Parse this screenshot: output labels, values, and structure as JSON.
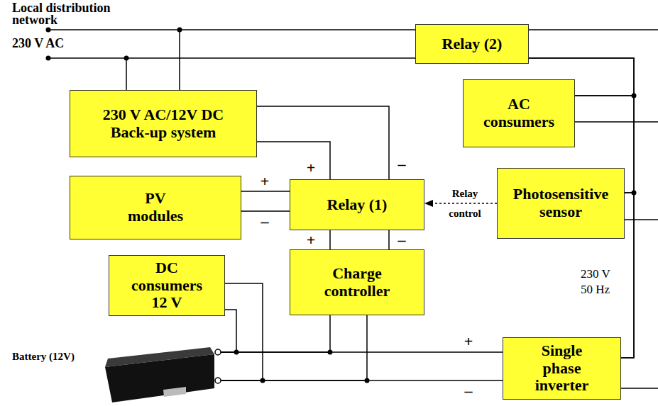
{
  "diagram": {
    "nodes": [
      {
        "text": [
          "Relay (2)"
        ]
      },
      {
        "text": [
          "230 V AC/12V DC Back-up system"
        ]
      },
      {
        "text": [
          "AC consumers"
        ]
      },
      {
        "text": [
          "PV modules"
        ]
      },
      {
        "text": [
          "Relay (1)"
        ]
      },
      {
        "text": [
          "Photosensitive sensor"
        ]
      },
      {
        "text": [
          "DC consumers 12 V"
        ]
      },
      {
        "text": [
          "Charge controller"
        ]
      },
      {
        "text": [
          "Battery (12V)"
        ]
      },
      {
        "text": [
          "Single phase inverter"
        ]
      }
    ],
    "edges": [
      {
        "from": 1,
        "to": 4,
        "label": "+",
        "arrow": "none"
      },
      {
        "from": 1,
        "to": 4,
        "label": "–",
        "arrow": "none"
      },
      {
        "from": 3,
        "to": 4,
        "label": "+",
        "arrow": "none"
      },
      {
        "from": 3,
        "to": 4,
        "label": "–",
        "arrow": "none"
      },
      {
        "from": 5,
        "to": 4,
        "label": "Relay control",
        "arrow": "to"
      },
      {
        "from": 4,
        "to": 7,
        "label": "+",
        "arrow": "none"
      },
      {
        "from": 4,
        "to": 7,
        "label": "–",
        "arrow": "none"
      },
      {
        "from": 7,
        "to": 8,
        "arrow": "none"
      },
      {
        "from": 7,
        "to": 8,
        "arrow": "none"
      },
      {
        "from": 6,
        "to": 8,
        "arrow": "none"
      },
      {
        "from": 6,
        "to": 8,
        "arrow": "none"
      },
      {
        "from": 8,
        "to": 9,
        "label": "+",
        "arrow": "none"
      },
      {
        "from": 8,
        "to": 9,
        "label": "–",
        "arrow": "none"
      },
      {
        "from": 0,
        "to": 2,
        "arrow": "none"
      },
      {
        "from": 0,
        "to": 5,
        "arrow": "none"
      },
      {
        "from": 9,
        "to": 2,
        "arrow": "none"
      },
      {
        "from": 9,
        "to": 5,
        "arrow": "none"
      }
    ],
    "labels": [
      "Local distribution network",
      "230 V AC",
      "230 V 50 Hz"
    ]
  }
}
